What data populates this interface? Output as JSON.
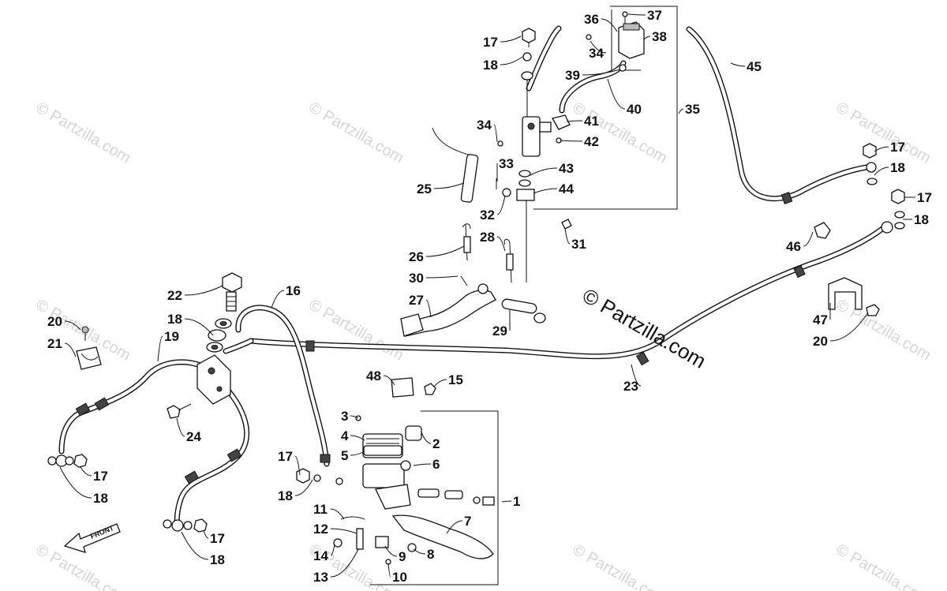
{
  "watermark": {
    "repeat_text": "© Partzilla.com",
    "main_text": "© Partzilla.com"
  },
  "front_arrow_label": "FRONT",
  "callouts": [
    {
      "id": "c1",
      "label": "1"
    },
    {
      "id": "c2",
      "label": "2"
    },
    {
      "id": "c3",
      "label": "3"
    },
    {
      "id": "c4",
      "label": "4"
    },
    {
      "id": "c5",
      "label": "5"
    },
    {
      "id": "c6",
      "label": "6"
    },
    {
      "id": "c7",
      "label": "7"
    },
    {
      "id": "c8",
      "label": "8"
    },
    {
      "id": "c9",
      "label": "9"
    },
    {
      "id": "c10",
      "label": "10"
    },
    {
      "id": "c11",
      "label": "11"
    },
    {
      "id": "c12",
      "label": "12"
    },
    {
      "id": "c13",
      "label": "13"
    },
    {
      "id": "c14",
      "label": "14"
    },
    {
      "id": "c15",
      "label": "15"
    },
    {
      "id": "c16",
      "label": "16"
    },
    {
      "id": "c17a",
      "label": "17"
    },
    {
      "id": "c17b",
      "label": "17"
    },
    {
      "id": "c17c",
      "label": "17"
    },
    {
      "id": "c17d",
      "label": "17"
    },
    {
      "id": "c17e",
      "label": "17"
    },
    {
      "id": "c17f",
      "label": "17"
    },
    {
      "id": "c18a",
      "label": "18"
    },
    {
      "id": "c18b",
      "label": "18"
    },
    {
      "id": "c18c",
      "label": "18"
    },
    {
      "id": "c18d",
      "label": "18"
    },
    {
      "id": "c18e",
      "label": "18"
    },
    {
      "id": "c18f",
      "label": "18"
    },
    {
      "id": "c18g",
      "label": "18"
    },
    {
      "id": "c19",
      "label": "19"
    },
    {
      "id": "c20a",
      "label": "20"
    },
    {
      "id": "c20b",
      "label": "20"
    },
    {
      "id": "c21",
      "label": "21"
    },
    {
      "id": "c22",
      "label": "22"
    },
    {
      "id": "c23",
      "label": "23"
    },
    {
      "id": "c24",
      "label": "24"
    },
    {
      "id": "c25",
      "label": "25"
    },
    {
      "id": "c26",
      "label": "26"
    },
    {
      "id": "c27",
      "label": "27"
    },
    {
      "id": "c28",
      "label": "28"
    },
    {
      "id": "c29",
      "label": "29"
    },
    {
      "id": "c30",
      "label": "30"
    },
    {
      "id": "c31",
      "label": "31"
    },
    {
      "id": "c32",
      "label": "32"
    },
    {
      "id": "c33",
      "label": "33"
    },
    {
      "id": "c34a",
      "label": "34"
    },
    {
      "id": "c34b",
      "label": "34"
    },
    {
      "id": "c35",
      "label": "35"
    },
    {
      "id": "c36",
      "label": "36"
    },
    {
      "id": "c37",
      "label": "37"
    },
    {
      "id": "c38",
      "label": "38"
    },
    {
      "id": "c39",
      "label": "39"
    },
    {
      "id": "c40",
      "label": "40"
    },
    {
      "id": "c41",
      "label": "41"
    },
    {
      "id": "c42",
      "label": "42"
    },
    {
      "id": "c43",
      "label": "43"
    },
    {
      "id": "c44",
      "label": "44"
    },
    {
      "id": "c45",
      "label": "45"
    },
    {
      "id": "c46",
      "label": "46"
    },
    {
      "id": "c47",
      "label": "47"
    },
    {
      "id": "c48",
      "label": "48"
    }
  ]
}
